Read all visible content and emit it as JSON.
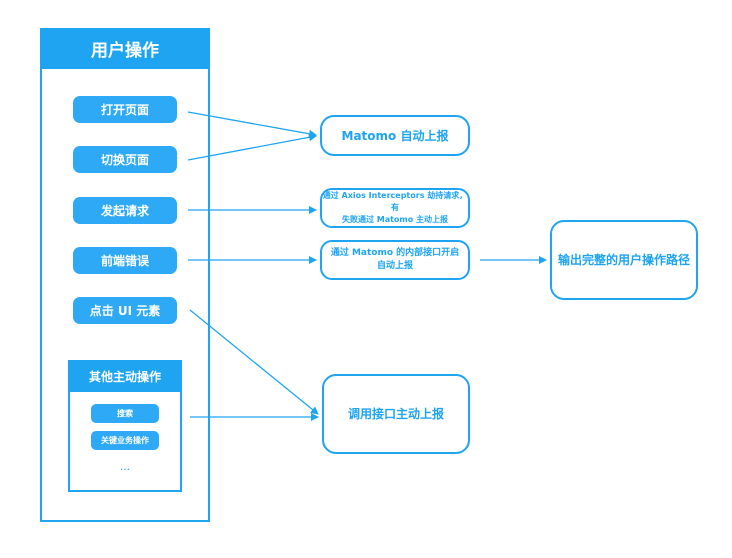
{
  "colors": {
    "accent": "#1FA4F2",
    "pill": "#2EA9F6",
    "text_on_accent": "#ffffff"
  },
  "user_panel": {
    "title": "用户操作",
    "actions": [
      "打开页面",
      "切换页面",
      "发起请求",
      "前端错误",
      "点击 UI 元素"
    ],
    "other_group": {
      "title": "其他主动操作",
      "items": [
        "搜索",
        "关键业务操作"
      ],
      "more": "..."
    }
  },
  "targets": {
    "matomo_auto": "Matomo 自动上报",
    "axios_line1": "通过 Axios Interceptors 劫持请求，有",
    "axios_line2": "失败通过 Matomo 主动上报",
    "matomo_internal_line1": "通过 Matomo 的内部接口开启",
    "matomo_internal_line2": "自动上报",
    "call_api": "调用接口主动上报",
    "output": "输出完整的用户操作路径"
  }
}
